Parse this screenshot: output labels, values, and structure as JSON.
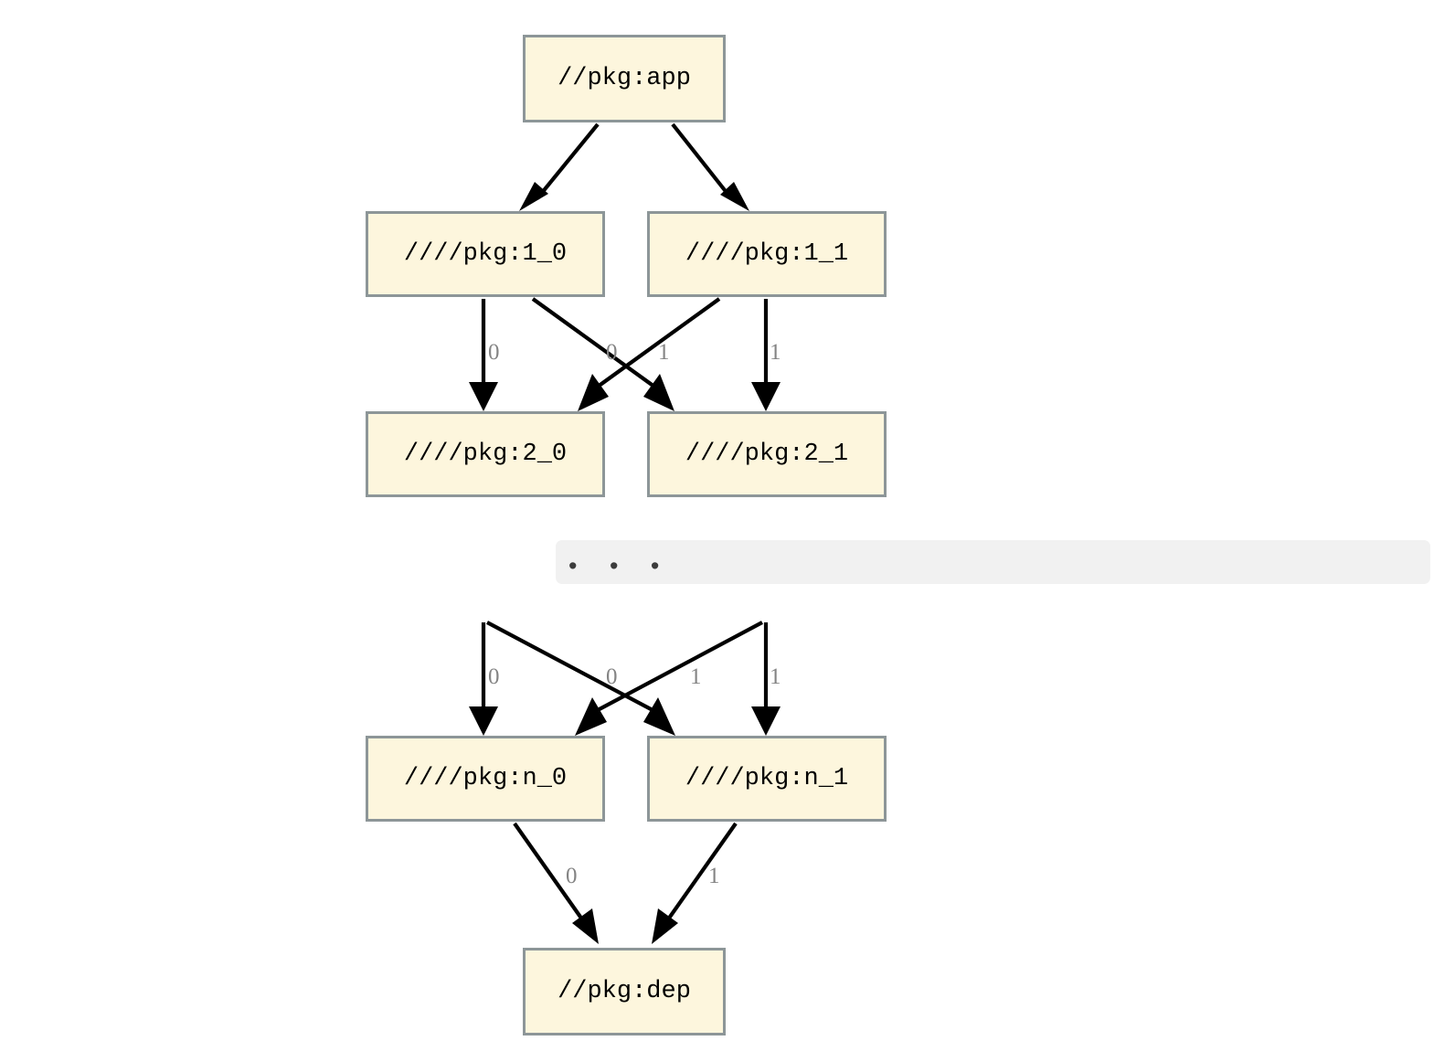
{
  "diagram": {
    "type": "directed-graph",
    "title": "",
    "background_color": "#ffffff",
    "node_fill_color": "#fdf6dd",
    "node_border_color": "#8d9698",
    "edge_color": "#000000",
    "edge_label_color": "#848484",
    "elision_banner_color": "#f1f1f1",
    "nodes": [
      {
        "id": "app",
        "label": "//pkg:app"
      },
      {
        "id": "1_0",
        "label": "////pkg:1_0"
      },
      {
        "id": "1_1",
        "label": "////pkg:1_1"
      },
      {
        "id": "2_0",
        "label": "////pkg:2_0"
      },
      {
        "id": "2_1",
        "label": "////pkg:2_1"
      },
      {
        "id": "n_0",
        "label": "////pkg:n_0"
      },
      {
        "id": "n_1",
        "label": "////pkg:n_1"
      },
      {
        "id": "dep",
        "label": "//pkg:dep"
      }
    ],
    "edges": [
      {
        "from": "app",
        "to": "1_0",
        "label": ""
      },
      {
        "from": "app",
        "to": "1_1",
        "label": ""
      },
      {
        "from": "1_0",
        "to": "2_0",
        "label": "0"
      },
      {
        "from": "1_0",
        "to": "2_1",
        "label": "0"
      },
      {
        "from": "1_1",
        "to": "2_0",
        "label": "1"
      },
      {
        "from": "1_1",
        "to": "2_1",
        "label": "1"
      },
      {
        "from": "elided",
        "to": "n_0",
        "label": "0"
      },
      {
        "from": "elided",
        "to": "n_1",
        "label": "0"
      },
      {
        "from": "elided",
        "to": "n_0",
        "label": "1"
      },
      {
        "from": "elided",
        "to": "n_1",
        "label": "1"
      },
      {
        "from": "n_0",
        "to": "dep",
        "label": "0"
      },
      {
        "from": "n_1",
        "to": "dep",
        "label": "1"
      }
    ],
    "edge_labels": {
      "upper_left_straight": "0",
      "upper_left_cross": "0",
      "upper_right_cross": "1",
      "upper_right_straight": "1",
      "lower_left_straight": "0",
      "lower_left_cross": "0",
      "lower_right_cross": "1",
      "lower_right_straight": "1",
      "n0_to_dep": "0",
      "n1_to_dep": "1"
    },
    "elision": {
      "dots": "•   •   •",
      "meaning": "..."
    }
  }
}
